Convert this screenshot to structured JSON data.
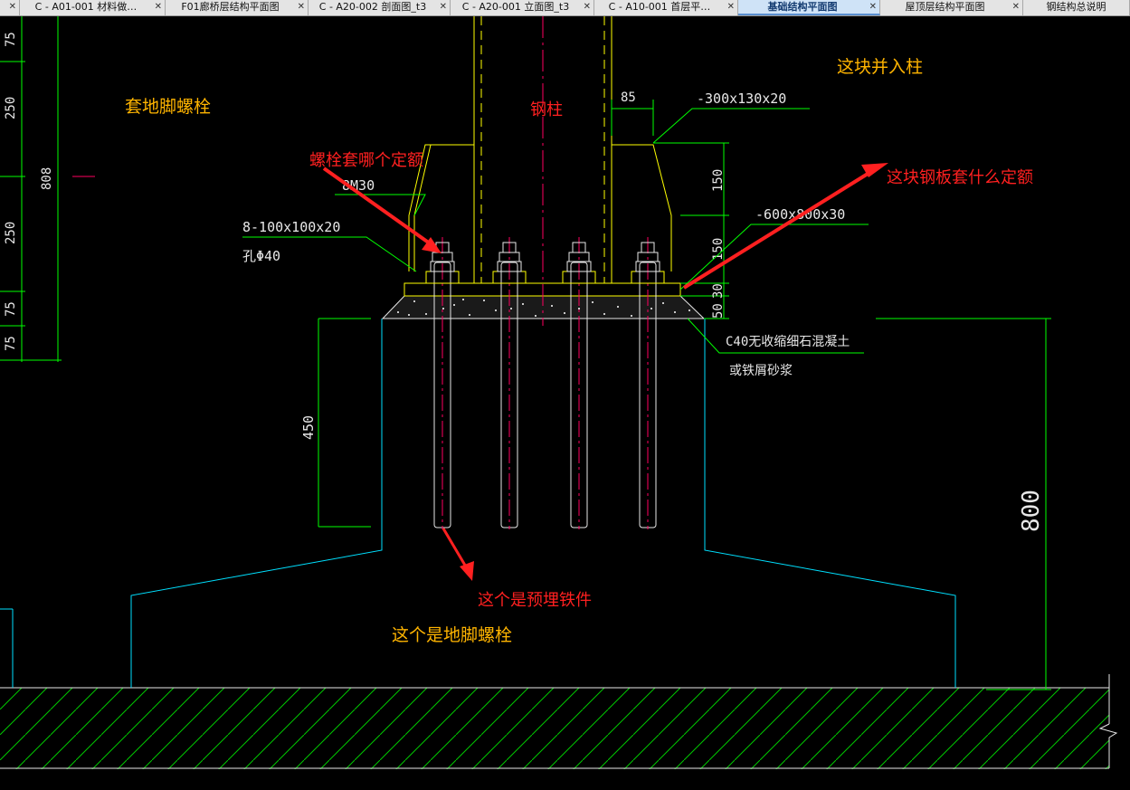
{
  "tabs": [
    {
      "label": "",
      "active": false
    },
    {
      "label": "C - A01-001 材料做…",
      "active": false
    },
    {
      "label": "F01廊桥层结构平面图",
      "active": false
    },
    {
      "label": "C - A20-002 剖面图_t3",
      "active": false
    },
    {
      "label": "C - A20-001 立面图_t3",
      "active": false
    },
    {
      "label": "C - A10-001 首层平…",
      "active": false
    },
    {
      "label": "基础结构平面图",
      "active": true
    },
    {
      "label": "屋顶层结构平面图",
      "active": false
    },
    {
      "label": "钢结构总说明",
      "active": false
    }
  ],
  "drawing": {
    "left_dims": [
      "75",
      "250",
      "808",
      "250",
      "75",
      "75"
    ],
    "top_dim_85": "85",
    "plate_top_label": "-300x130x20",
    "dim_150_a": "150",
    "dim_150_b": "150",
    "dim_30": "30",
    "dim_50": "50",
    "base_plate_label": "-600x800x30",
    "bolt_label": "8M30",
    "washer_label": "8-100x100x20",
    "hole_label": "孔Φ40",
    "grout_label_1": "C40无收缩细石混凝土",
    "grout_label_2": "或铁屑砂浆",
    "dim_450": "450",
    "dim_800": "800"
  },
  "annotations": {
    "tao_bolt": "套地脚螺栓",
    "steel_column": "钢柱",
    "into_column": "这块并入柱",
    "bolt_quota_q": "螺栓套哪个定额",
    "plate_quota_q": "这块钢板套什么定额",
    "embedded_part": "这个是预埋铁件",
    "anchor_bolt": "这个是地脚螺栓"
  },
  "colors": {
    "annotation_orange": "#ffb400",
    "annotation_red": "#ff2020",
    "dim_green": "#00ff00",
    "outline_cyan": "#00e0ff",
    "steel_yellow": "#ffff00",
    "centerline_magenta": "#ff0060",
    "text_white": "#ffffff",
    "active_tab_bg": "#cfe3f7"
  }
}
